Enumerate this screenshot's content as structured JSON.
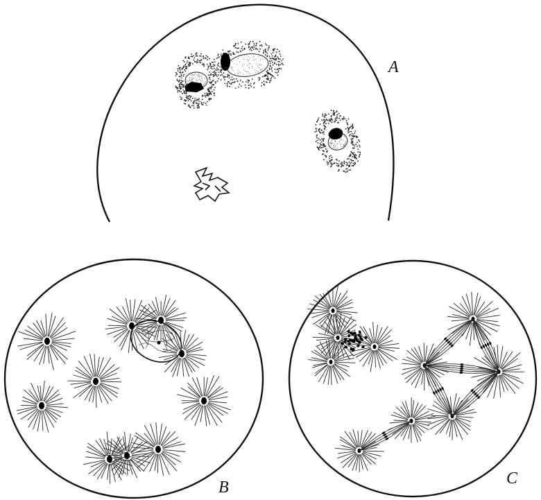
{
  "figure": {
    "panels": [
      {
        "id": "A",
        "label": "A"
      },
      {
        "id": "B",
        "label": "B"
      },
      {
        "id": "C",
        "label": "C"
      }
    ]
  }
}
